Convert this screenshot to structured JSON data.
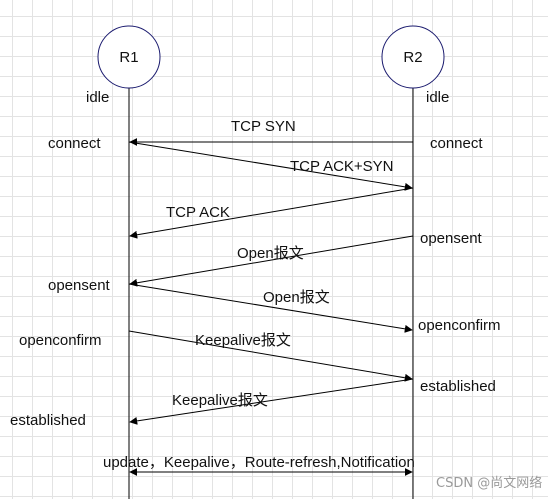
{
  "nodes": {
    "r1": {
      "name": "R1"
    },
    "r2": {
      "name": "R2"
    }
  },
  "states": {
    "r1_idle": "idle",
    "r2_idle": "idle",
    "r1_connect": "connect",
    "r2_connect": "connect",
    "r2_opensent": "opensent",
    "r1_opensent": "opensent",
    "r1_openconfirm": "openconfirm",
    "r2_openconfirm": "openconfirm",
    "r2_established": "established",
    "r1_established": "established"
  },
  "messages": {
    "tcp_syn": "TCP SYN",
    "tcp_ack_syn": "TCP ACK+SYN",
    "tcp_ack": "TCP ACK",
    "open_r2_r1": "Open报文",
    "open_r1_r2": "Open报文",
    "keepalive_r1_r2": "Keepalive报文",
    "keepalive_r2_r1": "Keepalive报文",
    "update": "update，Keepalive，Route-refresh,Notification"
  },
  "watermark": "CSDN @尚文网络",
  "colors": {
    "line": "#000000",
    "node_stroke": "#1a1a6e"
  }
}
